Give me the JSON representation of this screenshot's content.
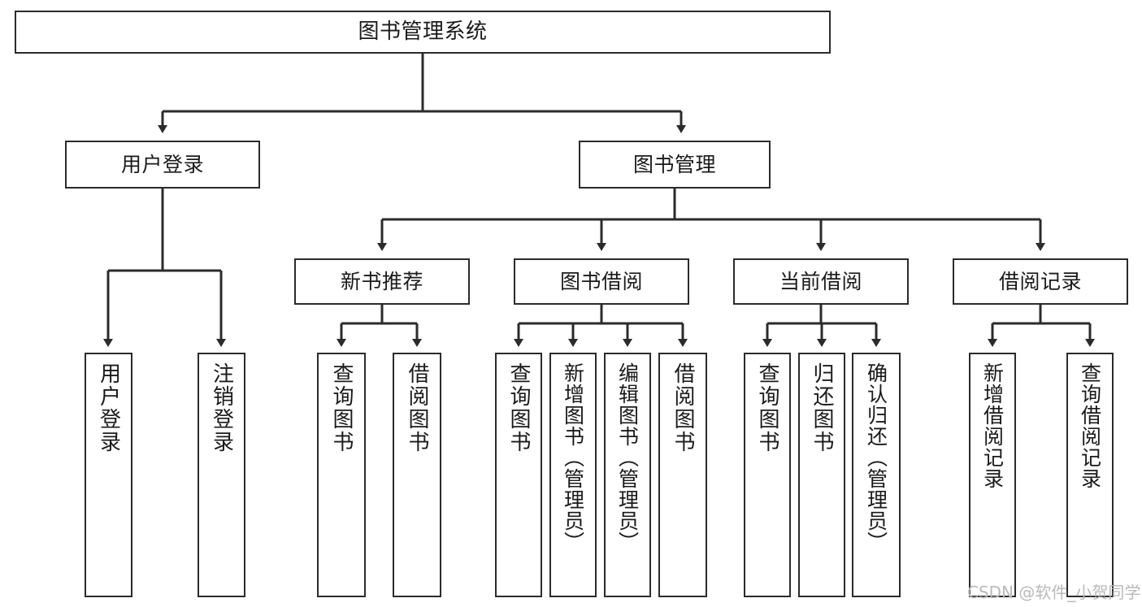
{
  "diagram": {
    "title": "图书管理系统",
    "type": "tree-hierarchy-diagram",
    "colors": {
      "border": "#2b2b2b",
      "background": "#ffffff",
      "text": "#1a1a1a",
      "watermark": "#b9b9b9"
    },
    "levels": {
      "root": {
        "label": "图书管理系统"
      },
      "level2": [
        {
          "label": "用户登录"
        },
        {
          "label": "图书管理"
        }
      ],
      "level3": [
        {
          "label": "新书推荐"
        },
        {
          "label": "图书借阅"
        },
        {
          "label": "当前借阅"
        },
        {
          "label": "借阅记录"
        }
      ],
      "leaves": [
        {
          "label": "用户登录",
          "parent": "用户登录"
        },
        {
          "label": "注销登录",
          "parent": "用户登录"
        },
        {
          "label": "查询图书",
          "parent": "新书推荐"
        },
        {
          "label": "借阅图书",
          "parent": "新书推荐"
        },
        {
          "label": "查询图书",
          "parent": "图书借阅"
        },
        {
          "label": "新增图书（管理员）",
          "parent": "图书借阅"
        },
        {
          "label": "编辑图书（管理员）",
          "parent": "图书借阅"
        },
        {
          "label": "借阅图书",
          "parent": "图书借阅"
        },
        {
          "label": "查询图书",
          "parent": "当前借阅"
        },
        {
          "label": "归还图书",
          "parent": "当前借阅"
        },
        {
          "label": "确认归还（管理员）",
          "parent": "当前借阅"
        },
        {
          "label": "新增借阅记录",
          "parent": "借阅记录"
        },
        {
          "label": "查询借阅记录",
          "parent": "借阅记录"
        }
      ]
    },
    "watermark": "CSDN @软件_小贺同学"
  }
}
